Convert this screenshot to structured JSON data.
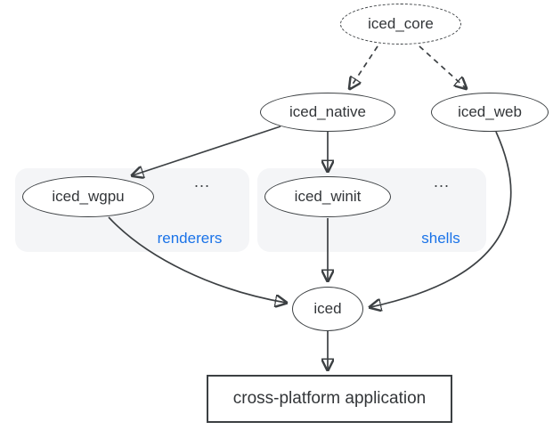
{
  "nodes": {
    "iced_core": {
      "label": "iced_core"
    },
    "iced_native": {
      "label": "iced_native"
    },
    "iced_web": {
      "label": "iced_web"
    },
    "iced_wgpu": {
      "label": "iced_wgpu"
    },
    "iced_winit": {
      "label": "iced_winit"
    },
    "iced": {
      "label": "iced"
    },
    "application": {
      "label": "cross-platform application"
    }
  },
  "groups": {
    "renderers": {
      "label": "renderers",
      "ellipsis": "..."
    },
    "shells": {
      "label": "shells",
      "ellipsis": "..."
    }
  },
  "edges": [
    {
      "from": "iced_core",
      "to": "iced_native",
      "style": "dashed"
    },
    {
      "from": "iced_core",
      "to": "iced_web",
      "style": "dashed"
    },
    {
      "from": "iced_native",
      "to": "iced_wgpu",
      "style": "solid"
    },
    {
      "from": "iced_native",
      "to": "iced_winit",
      "style": "solid"
    },
    {
      "from": "iced_wgpu",
      "to": "iced",
      "style": "solid"
    },
    {
      "from": "iced_winit",
      "to": "iced",
      "style": "solid"
    },
    {
      "from": "iced_web",
      "to": "iced",
      "style": "solid"
    },
    {
      "from": "iced",
      "to": "application",
      "style": "solid"
    }
  ],
  "colors": {
    "node_stroke": "#3c4043",
    "node_fill": "#ffffff",
    "text": "#333639",
    "group_fill": "#f4f5f7",
    "group_label": "#1a73e8",
    "background": "#ffffff"
  }
}
